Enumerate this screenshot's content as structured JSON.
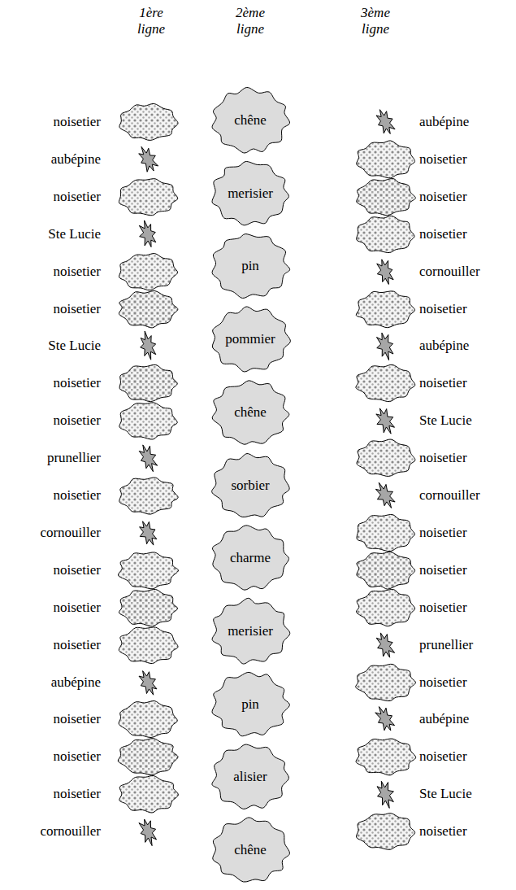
{
  "diagram": {
    "nodes": [
      {
        "text": [
          "noisetier"
        ]
      },
      {
        "text": [
          "aubépine"
        ]
      },
      {
        "text": [
          "noisetier"
        ]
      },
      {
        "text": [
          "Ste Lucie"
        ]
      },
      {
        "text": [
          "noisetier"
        ]
      },
      {
        "text": [
          "noisetier"
        ]
      },
      {
        "text": [
          "Ste Lucie"
        ]
      },
      {
        "text": [
          "noisetier"
        ]
      },
      {
        "text": [
          "noisetier"
        ]
      },
      {
        "text": [
          "prunellier"
        ]
      },
      {
        "text": [
          "noisetier"
        ]
      },
      {
        "text": [
          "cornouiller"
        ]
      },
      {
        "text": [
          "noisetier"
        ]
      },
      {
        "text": [
          "noisetier"
        ]
      },
      {
        "text": [
          "noisetier"
        ]
      },
      {
        "text": [
          "aubépine"
        ]
      },
      {
        "text": [
          "noisetier"
        ]
      },
      {
        "text": [
          "noisetier"
        ]
      },
      {
        "text": [
          "noisetier"
        ]
      },
      {
        "text": [
          "cornouiller"
        ]
      },
      {
        "text": [
          "chêne"
        ]
      },
      {
        "text": [
          "merisier"
        ]
      },
      {
        "text": [
          "pin"
        ]
      },
      {
        "text": [
          "pommier"
        ]
      },
      {
        "text": [
          "chêne"
        ]
      },
      {
        "text": [
          "sorbier"
        ]
      },
      {
        "text": [
          "charme"
        ]
      },
      {
        "text": [
          "merisier"
        ]
      },
      {
        "text": [
          "pin"
        ]
      },
      {
        "text": [
          "alisier"
        ]
      },
      {
        "text": [
          "chêne"
        ]
      },
      {
        "text": [
          "aubépine"
        ]
      },
      {
        "text": [
          "noisetier"
        ]
      },
      {
        "text": [
          "noisetier"
        ]
      },
      {
        "text": [
          "noisetier"
        ]
      },
      {
        "text": [
          "cornouiller"
        ]
      },
      {
        "text": [
          "noisetier"
        ]
      },
      {
        "text": [
          "aubépine"
        ]
      },
      {
        "text": [
          "noisetier"
        ]
      },
      {
        "text": [
          "Ste Lucie"
        ]
      },
      {
        "text": [
          "noisetier"
        ]
      },
      {
        "text": [
          "cornouiller"
        ]
      },
      {
        "text": [
          "noisetier"
        ]
      },
      {
        "text": [
          "noisetier"
        ]
      },
      {
        "text": [
          "noisetier"
        ]
      },
      {
        "text": [
          "prunellier"
        ]
      },
      {
        "text": [
          "noisetier"
        ]
      },
      {
        "text": [
          "aubépine"
        ]
      },
      {
        "text": [
          "noisetier"
        ]
      },
      {
        "text": [
          "Ste Lucie"
        ]
      },
      {
        "text": [
          "noisetier"
        ]
      }
    ],
    "labels": [
      "1ère ligne",
      "2ème ligne",
      "3ème ligne"
    ]
  }
}
